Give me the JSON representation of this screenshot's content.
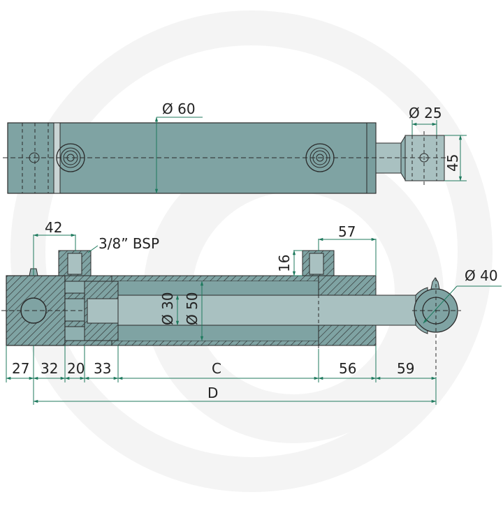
{
  "colors": {
    "body_fill": "#7fa3a3",
    "body_dark": "#6f9595",
    "rod_fill": "#a9c1c1",
    "dimension_line": "#1f7a5e",
    "outline": "#2a2a2a",
    "watermark": "#f1f1f1"
  },
  "top_view": {
    "body_diameter_label": "Ø 60",
    "rod_eye_bore_label": "Ø 25",
    "rod_eye_width_label": "45"
  },
  "section_view": {
    "port_offset_label": "42",
    "port_thread_label": "3/8” BSP",
    "port_height_label": "16",
    "rod_port_offset_label": "57",
    "rod_diameter_label": "Ø 30",
    "bore_diameter_label": "Ø 50",
    "eye_outer_label": "Ø 40"
  },
  "bottom_dimensions": {
    "segments": [
      "27",
      "32",
      "20",
      "33",
      "C",
      "56",
      "59"
    ],
    "overall_label": "D"
  }
}
